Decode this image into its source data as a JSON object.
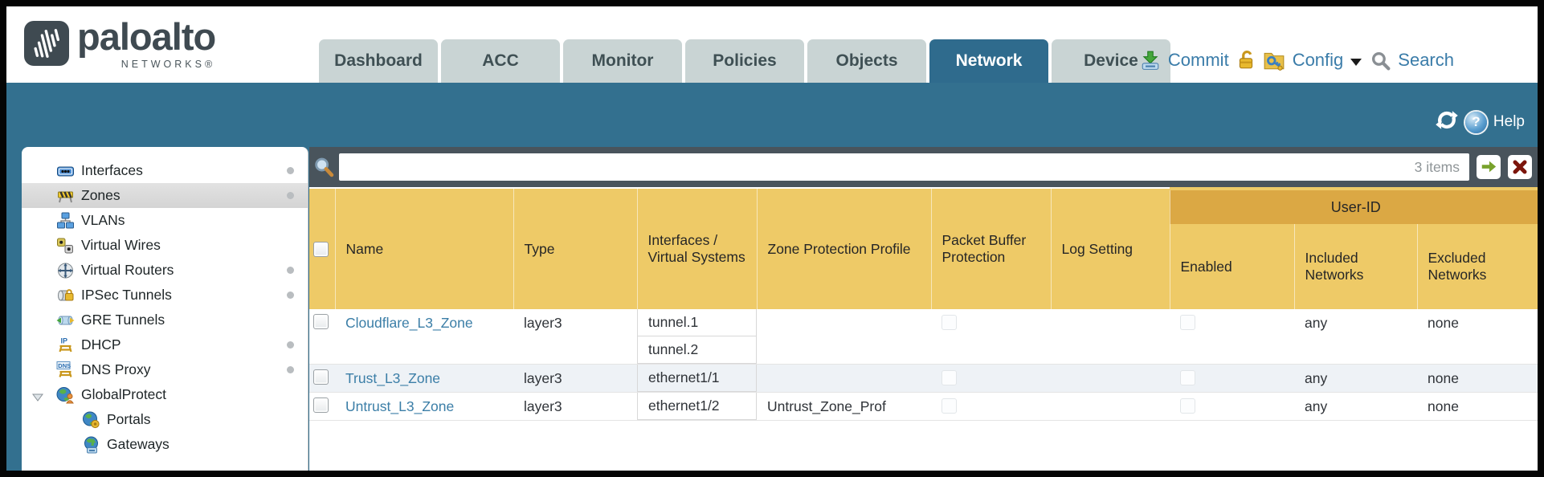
{
  "header": {
    "brand": {
      "name": "paloalto",
      "subtitle": "NETWORKS®"
    },
    "tabs": [
      {
        "label": "Dashboard",
        "active": false
      },
      {
        "label": "ACC",
        "active": false
      },
      {
        "label": "Monitor",
        "active": false
      },
      {
        "label": "Policies",
        "active": false
      },
      {
        "label": "Objects",
        "active": false
      },
      {
        "label": "Network",
        "active": true
      },
      {
        "label": "Device",
        "active": false
      }
    ],
    "actions": {
      "commit_label": "Commit",
      "config_label": "Config",
      "search_label": "Search"
    }
  },
  "toolbar": {
    "help_label": "Help"
  },
  "sidebar": {
    "items": [
      {
        "label": "Interfaces",
        "icon": "interfaces-icon",
        "selected": false,
        "dot": true,
        "indent": 0,
        "expander": false
      },
      {
        "label": "Zones",
        "icon": "zones-icon",
        "selected": true,
        "dot": true,
        "indent": 0,
        "expander": false
      },
      {
        "label": "VLANs",
        "icon": "vlans-icon",
        "selected": false,
        "dot": false,
        "indent": 0,
        "expander": false
      },
      {
        "label": "Virtual Wires",
        "icon": "virtual-wires-icon",
        "selected": false,
        "dot": false,
        "indent": 0,
        "expander": false
      },
      {
        "label": "Virtual Routers",
        "icon": "virtual-routers-icon",
        "selected": false,
        "dot": true,
        "indent": 0,
        "expander": false
      },
      {
        "label": "IPSec Tunnels",
        "icon": "ipsec-tunnels-icon",
        "selected": false,
        "dot": true,
        "indent": 0,
        "expander": false
      },
      {
        "label": "GRE Tunnels",
        "icon": "gre-tunnels-icon",
        "selected": false,
        "dot": false,
        "indent": 0,
        "expander": false
      },
      {
        "label": "DHCP",
        "icon": "dhcp-icon",
        "selected": false,
        "dot": true,
        "indent": 0,
        "expander": false
      },
      {
        "label": "DNS Proxy",
        "icon": "dns-proxy-icon",
        "selected": false,
        "dot": true,
        "indent": 0,
        "expander": false
      },
      {
        "label": "GlobalProtect",
        "icon": "globalprotect-icon",
        "selected": false,
        "dot": false,
        "indent": 0,
        "expander": true
      },
      {
        "label": "Portals",
        "icon": "portals-icon",
        "selected": false,
        "dot": false,
        "indent": 1,
        "expander": false
      },
      {
        "label": "Gateways",
        "icon": "gateways-icon",
        "selected": false,
        "dot": false,
        "indent": 1,
        "expander": false
      }
    ]
  },
  "filterbar": {
    "input_value": "",
    "items_count": "3 items"
  },
  "table": {
    "user_id_group_label": "User-ID",
    "columns": [
      "Name",
      "Type",
      "Interfaces / Virtual Systems",
      "Zone Protection Profile",
      "Packet Buffer Protection",
      "Log Setting",
      "Enabled",
      "Included Networks",
      "Excluded Networks"
    ],
    "rows": [
      {
        "name": "Cloudflare_L3_Zone",
        "type": "layer3",
        "interfaces": [
          "tunnel.1",
          "tunnel.2"
        ],
        "zone_protection_profile": "",
        "packet_buffer_protection": false,
        "log_setting": "",
        "enabled": false,
        "included_networks": "any",
        "excluded_networks": "none"
      },
      {
        "name": "Trust_L3_Zone",
        "type": "layer3",
        "interfaces": [
          "ethernet1/1"
        ],
        "zone_protection_profile": "",
        "packet_buffer_protection": false,
        "log_setting": "",
        "enabled": false,
        "included_networks": "any",
        "excluded_networks": "none"
      },
      {
        "name": "Untrust_L3_Zone",
        "type": "layer3",
        "interfaces": [
          "ethernet1/2"
        ],
        "zone_protection_profile": "Untrust_Zone_Prof",
        "packet_buffer_protection": false,
        "log_setting": "",
        "enabled": false,
        "included_networks": "any",
        "excluded_networks": "none"
      }
    ]
  },
  "colors": {
    "teal_band": "#33708f",
    "active_tab": "#2f6b8d",
    "inactive_tab": "#c9d4d4",
    "header_amber": "#eeca67",
    "user_id_amber": "#dba844",
    "filter_strip": "#49545c",
    "link_blue": "#3b7ea7",
    "action_blue": "#3a7ca9",
    "alt_row": "#eef2f6"
  }
}
